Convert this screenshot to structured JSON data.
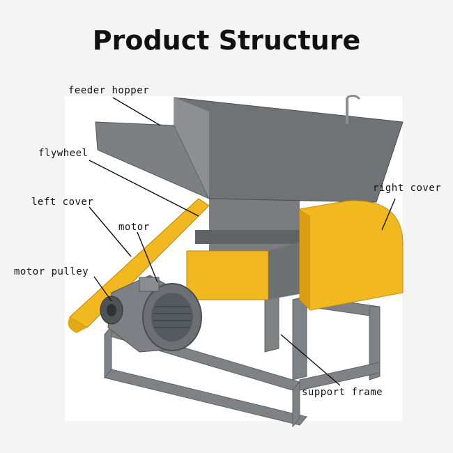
{
  "title": "Product Structure",
  "labels": {
    "feeder_hopper": "feeder hopper",
    "flywheel": "flywheel",
    "left_cover": "left cover",
    "motor": "motor",
    "motor_pulley": "motor pulley",
    "right_cover": "right cover",
    "support_frame": "support frame"
  },
  "colors": {
    "machine_gray": "#8a8d8f",
    "dark_gray": "#5f6366",
    "accent_yellow": "#f2b820",
    "motor_gray": "#7d8186"
  }
}
